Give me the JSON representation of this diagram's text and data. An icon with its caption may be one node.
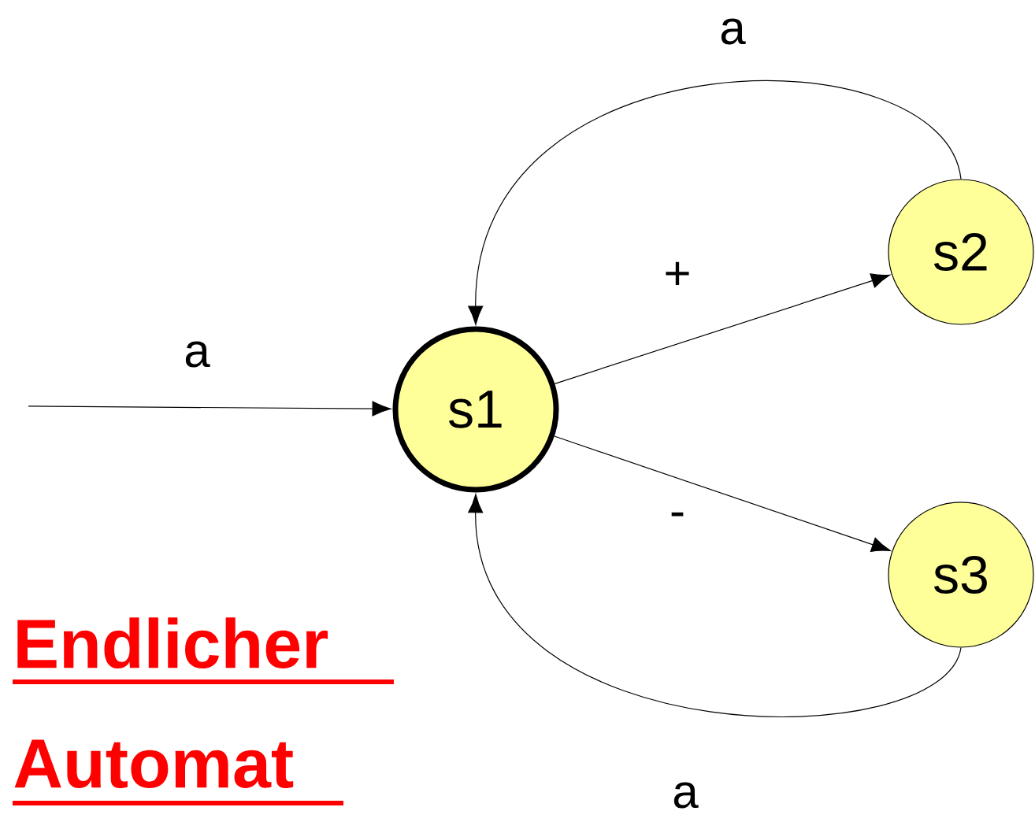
{
  "diagram": {
    "title": "Endlicher Automat",
    "nodes": [
      {
        "text": [
          "s1"
        ]
      },
      {
        "text": [
          "s2"
        ]
      },
      {
        "text": [
          "s3"
        ]
      }
    ],
    "edges": [
      {
        "from": null,
        "to": 0,
        "arrow": "to",
        "label": "a"
      },
      {
        "from": 0,
        "to": 1,
        "arrow": "to",
        "label": "+"
      },
      {
        "from": 0,
        "to": 2,
        "arrow": "to",
        "label": "-"
      },
      {
        "from": 1,
        "to": 0,
        "arrow": "to",
        "label": "a"
      },
      {
        "from": 2,
        "to": 0,
        "arrow": "to",
        "label": "a"
      }
    ]
  }
}
